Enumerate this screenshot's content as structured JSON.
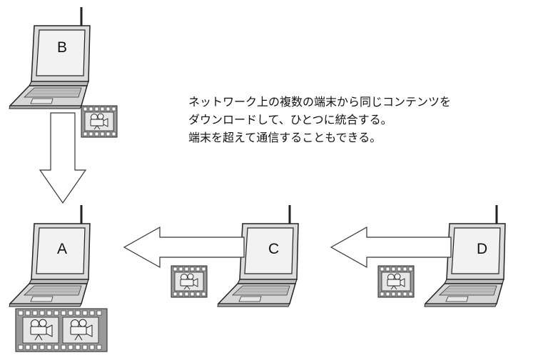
{
  "nodes": [
    {
      "id": "B",
      "label": "B"
    },
    {
      "id": "A",
      "label": "A"
    },
    {
      "id": "C",
      "label": "C"
    },
    {
      "id": "D",
      "label": "D"
    }
  ],
  "caption": {
    "line1": "ネットワーク上の複数の端末から同じコンテンツを",
    "line2": "ダウンロードして、ひとつに統合する。",
    "line3": "端末を超えて通信することもできる。"
  },
  "colors": {
    "outline": "#222222",
    "screen_fill": "#efefef",
    "body_fill": "#d4d4d4",
    "arrow_fill": "#ffffff",
    "film_fill": "#9a9a9a",
    "film_frame": "#e6e6e6"
  },
  "icons": {
    "laptop": "laptop-icon",
    "film": "film-strip-icon",
    "camera": "movie-camera-icon"
  }
}
